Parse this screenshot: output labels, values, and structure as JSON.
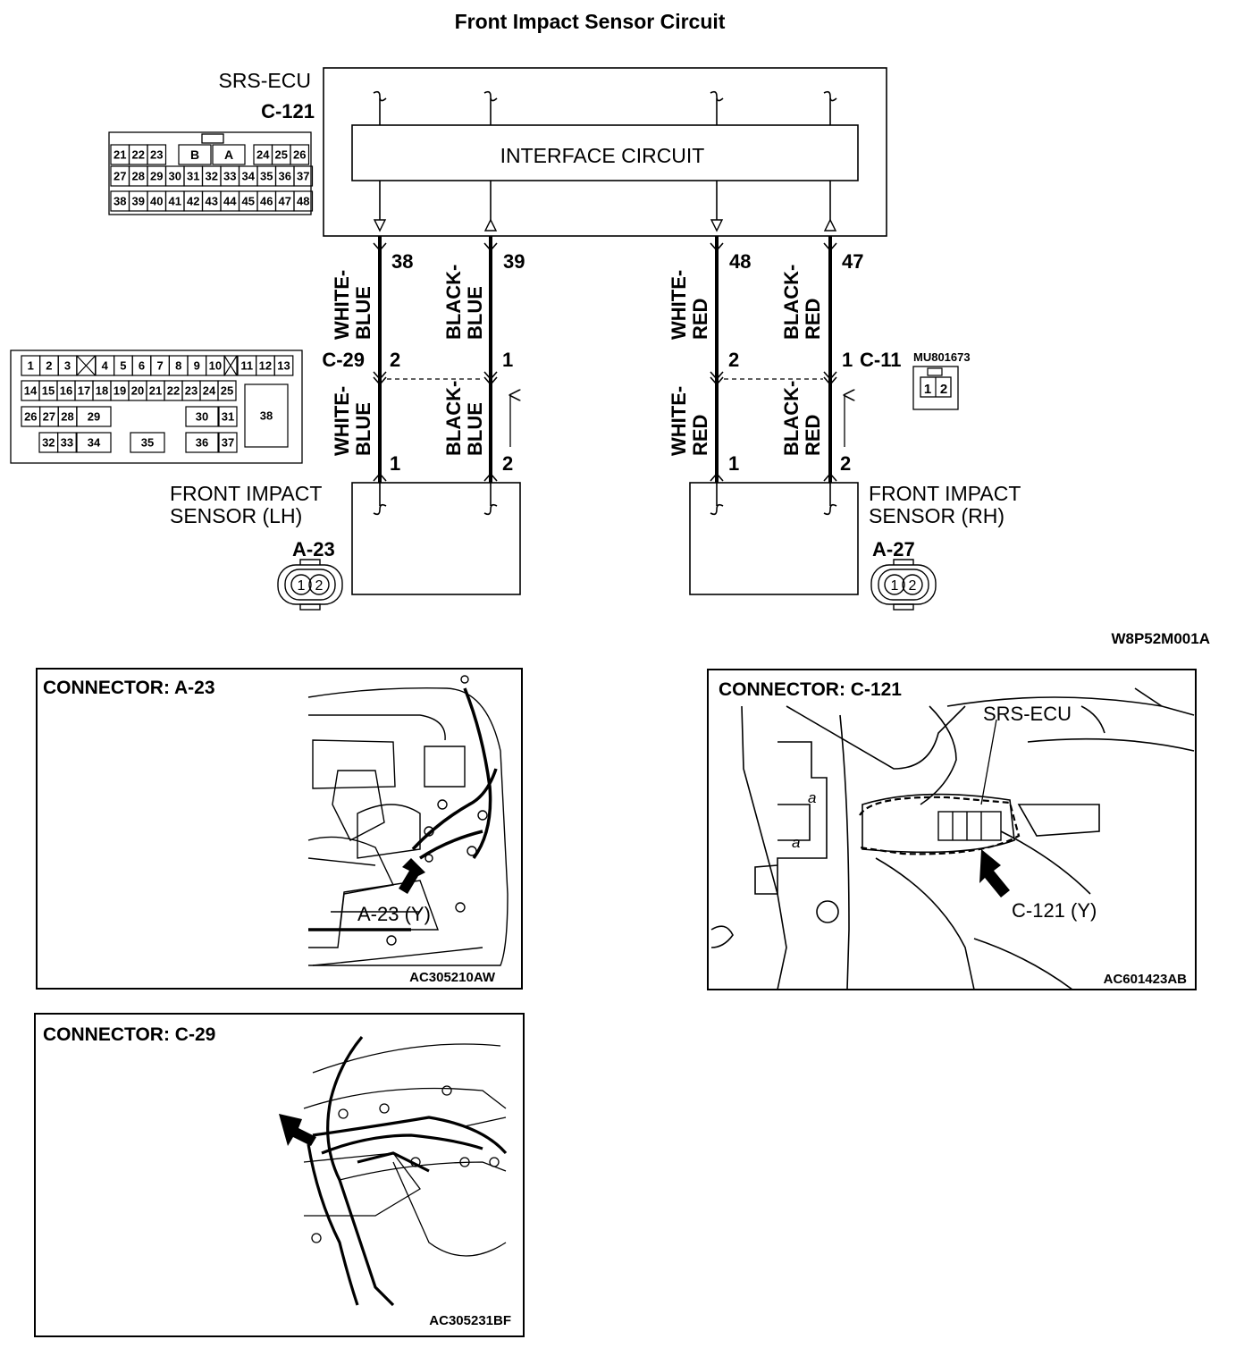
{
  "title": "Front Impact Sensor Circuit",
  "figure_code": "W8P52M001A",
  "ecu": {
    "name": "SRS-ECU",
    "connector": "C-121",
    "interface_label": "INTERFACE CIRCUIT",
    "pins_row1_left": [
      "21",
      "22",
      "23"
    ],
    "pins_row1_mid": [
      "B",
      "A"
    ],
    "pins_row1_right": [
      "24",
      "25",
      "26"
    ],
    "pins_row2": [
      "27",
      "28",
      "29",
      "30",
      "31",
      "32",
      "33",
      "34",
      "35",
      "36",
      "37"
    ],
    "pins_row3": [
      "38",
      "39",
      "40",
      "41",
      "42",
      "43",
      "44",
      "45",
      "46",
      "47",
      "48"
    ]
  },
  "wires": {
    "lh_sig": {
      "ecu_pin": "38",
      "color_top": [
        "WHITE-",
        "BLUE"
      ],
      "mid_pin": "2",
      "sensor_pin": "1",
      "color_bottom": [
        "WHITE-",
        "BLUE"
      ]
    },
    "lh_gnd": {
      "ecu_pin": "39",
      "color_top": [
        "BLACK-",
        "BLUE"
      ],
      "mid_pin": "1",
      "sensor_pin": "2",
      "color_bottom": [
        "BLACK-",
        "BLUE"
      ]
    },
    "rh_sig": {
      "ecu_pin": "48",
      "color_top": [
        "WHITE-",
        "RED"
      ],
      "mid_pin": "2",
      "sensor_pin": "1",
      "color_bottom": [
        "WHITE-",
        "RED"
      ]
    },
    "rh_gnd": {
      "ecu_pin": "47",
      "color_top": [
        "BLACK-",
        "RED"
      ],
      "mid_pin": "1",
      "sensor_pin": "2",
      "color_bottom": [
        "BLACK-",
        "RED"
      ]
    }
  },
  "intermediate": {
    "left_connector": "C-29",
    "right_connector": "C-11",
    "part_number": "MU801673",
    "c11_pins": [
      "1",
      "2"
    ],
    "c29_row1_left": [
      "1",
      "2",
      "3"
    ],
    "c29_row1_mid": [
      "4",
      "5",
      "6",
      "7",
      "8",
      "9",
      "10"
    ],
    "c29_row1_right": [
      "11",
      "12",
      "13"
    ],
    "c29_row2": [
      "14",
      "15",
      "16",
      "17",
      "18",
      "19",
      "20",
      "21",
      "22",
      "23",
      "24",
      "25"
    ],
    "c29_row3_left": [
      "26",
      "27",
      "28",
      "29"
    ],
    "c29_row3_right": [
      "30",
      "31"
    ],
    "c29_big": "38",
    "c29_row4_left": [
      "32",
      "33",
      "34"
    ],
    "c29_row4_mid": "35",
    "c29_row4_right": [
      "36",
      "37"
    ]
  },
  "sensor_lh": {
    "label_line1": "FRONT IMPACT",
    "label_line2": "SENSOR (LH)",
    "connector": "A-23",
    "pins": [
      "1",
      "2"
    ]
  },
  "sensor_rh": {
    "label_line1": "FRONT IMPACT",
    "label_line2": "SENSOR (RH)",
    "connector": "A-27",
    "pins": [
      "1",
      "2"
    ]
  },
  "panels": {
    "a23": {
      "title": "CONNECTOR: A-23",
      "callout": "A-23 (Y)",
      "code": "AC305210AW"
    },
    "c121": {
      "title": "CONNECTOR: C-121",
      "ecu_callout": "SRS-ECU",
      "callout": "C-121 (Y)",
      "code": "AC601423AB",
      "marks": [
        "a",
        "a"
      ]
    },
    "c29": {
      "title": "CONNECTOR: C-29",
      "code": "AC305231BF"
    }
  }
}
